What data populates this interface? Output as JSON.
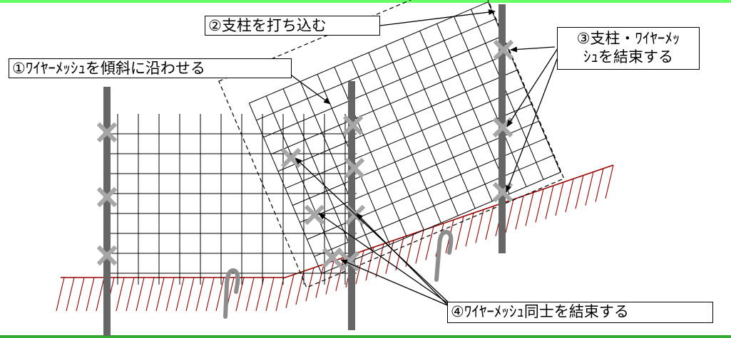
{
  "colors": {
    "frame_top": "#66ff66",
    "frame_bottom": "#33aa33",
    "post": "#666666",
    "tie": "#a6a6a6",
    "ground": "#990000",
    "anchor": "#8c8c8c",
    "mesh": "#000000"
  },
  "callouts": {
    "step1": "①ﾜｲﾔｰﾒｯｼｭを傾斜に沿わせる",
    "step2": "②支柱を打ち込む",
    "step3": {
      "line1": "③支柱・ﾜｲﾔｰﾒｯ",
      "line2": "ｼｭを結束する"
    },
    "step4": "④ﾜｲﾔｰﾒｯｼｭ同士を結束する"
  }
}
